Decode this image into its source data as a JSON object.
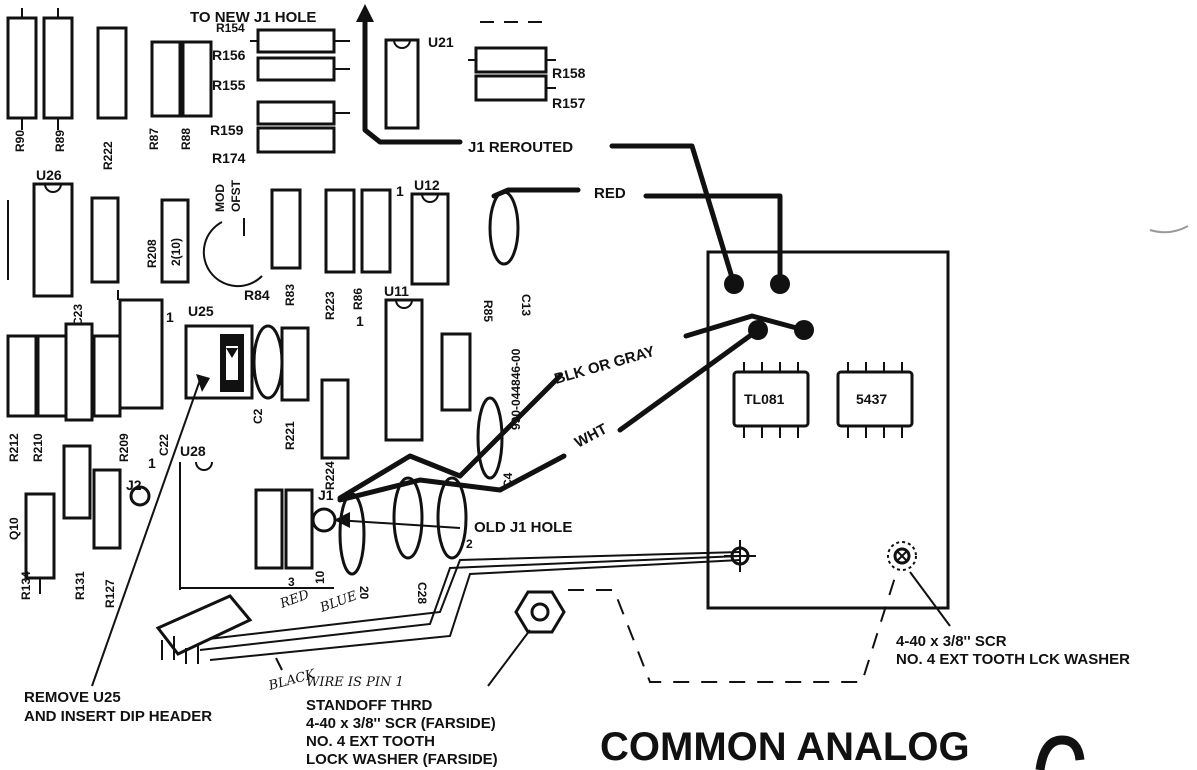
{
  "labels": {
    "to_new_j1": "TO NEW J1 HOLE",
    "j1_rerouted": "J1 REROUTED",
    "red": "RED",
    "blk_or_gray": "BLK OR GRAY",
    "wht": "WHT",
    "old_j1_hole": "OLD J1 HOLE",
    "remove_u25_1": "REMOVE U25",
    "remove_u25_2": "AND INSERT DIP HEADER",
    "standoff_1": "STANDOFF THRD",
    "standoff_2": "4-40 x 3/8'' SCR (FARSIDE)",
    "standoff_3": "NO. 4 EXT TOOTH",
    "standoff_4": "LOCK WASHER (FARSIDE)",
    "scr_1": "4-40 x 3/8'' SCR",
    "scr_2": "NO. 4 EXT TOOTH LCK WASHER",
    "wire_pin": "WIRE IS PIN 1",
    "hand_red": "RED",
    "hand_blue": "BLUE",
    "hand_black": "BLACK",
    "title": "COMMON ANALOG"
  },
  "chips": {
    "tl081": "TL081",
    "c5437": "5437"
  },
  "parts": {
    "u21": "U21",
    "r158": "R158",
    "r157": "R157",
    "r156": "R156",
    "r155": "R155",
    "r154": "R154",
    "r159": "R159",
    "r174": "R174",
    "r90": "R90",
    "r89": "R89",
    "r87": "R87",
    "r88": "R88",
    "r222": "R222",
    "u26": "U26",
    "r208": "R208",
    "r208v": "2(10)",
    "mod": "MOD",
    "ofst": "OFST",
    "r84": "R84",
    "r83": "R83",
    "r223": "R223",
    "r86": "R86",
    "u12": "U12",
    "one_a": "1",
    "c13": "C13",
    "u11": "U11",
    "r85": "R85",
    "pn": "990-044846-00",
    "c23": "C23",
    "u25": "U25",
    "one_b": "1",
    "one_c": "1",
    "c2": "C2",
    "r221": "R221",
    "r212": "R212",
    "r210": "R210",
    "r209": "R209",
    "c22": "C22",
    "r224": "R224",
    "c4": "C4",
    "u28": "U28",
    "j2": "J2",
    "one_d": "1",
    "j1": "J1",
    "q10": "Q10",
    "r131": "R131",
    "r134": "R134",
    "r127": "R127",
    "c28": "C28",
    "three": "3",
    "ten": "10",
    "twenty": "20",
    "two": "2"
  }
}
